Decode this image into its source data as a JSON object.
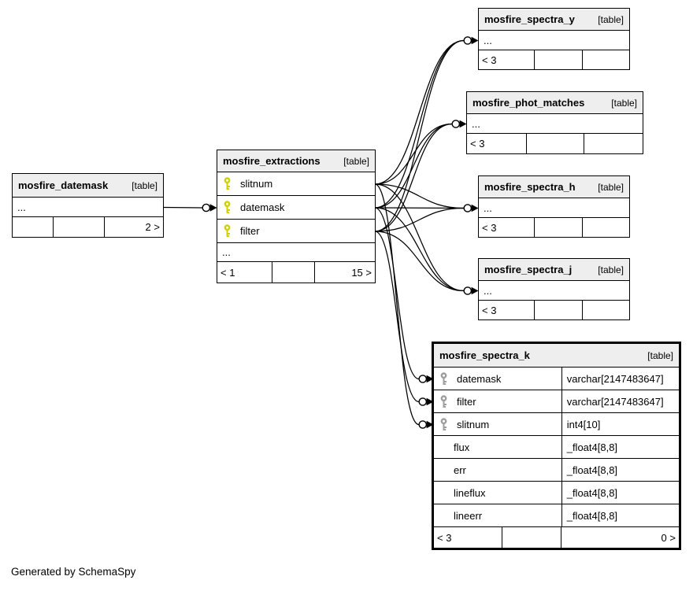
{
  "footer_note": "Generated by SchemaSpy",
  "colors": {
    "background": "#ffffff",
    "header_bg": "#eeeeee",
    "border": "#000000",
    "key_primary": "#d0d000",
    "key_secondary": "#9e9e9e"
  },
  "tables": [
    {
      "id": "mosfire_datemask",
      "name": "mosfire_datemask",
      "tag": "[table]",
      "rows": [
        {
          "type": "ellipsis",
          "label": "..."
        }
      ],
      "footer": {
        "left": "",
        "mid": "",
        "right": "2 >"
      }
    },
    {
      "id": "mosfire_extractions",
      "name": "mosfire_extractions",
      "tag": "[table]",
      "rows": [
        {
          "type": "key",
          "key": "primary",
          "label": "slitnum"
        },
        {
          "type": "key",
          "key": "primary",
          "label": "datemask"
        },
        {
          "type": "key",
          "key": "primary",
          "label": "filter"
        },
        {
          "type": "ellipsis",
          "label": "..."
        }
      ],
      "footer": {
        "left": "< 1",
        "mid": "",
        "right": "15 >"
      }
    },
    {
      "id": "mosfire_spectra_y",
      "name": "mosfire_spectra_y",
      "tag": "[table]",
      "rows": [
        {
          "type": "ellipsis",
          "label": "..."
        }
      ],
      "footer": {
        "left": "< 3",
        "mid": "",
        "right": ""
      }
    },
    {
      "id": "mosfire_phot_matches",
      "name": "mosfire_phot_matches",
      "tag": "[table]",
      "rows": [
        {
          "type": "ellipsis",
          "label": "..."
        }
      ],
      "footer": {
        "left": "< 3",
        "mid": "",
        "right": ""
      }
    },
    {
      "id": "mosfire_spectra_h",
      "name": "mosfire_spectra_h",
      "tag": "[table]",
      "rows": [
        {
          "type": "ellipsis",
          "label": "..."
        }
      ],
      "footer": {
        "left": "< 3",
        "mid": "",
        "right": ""
      }
    },
    {
      "id": "mosfire_spectra_j",
      "name": "mosfire_spectra_j",
      "tag": "[table]",
      "rows": [
        {
          "type": "ellipsis",
          "label": "..."
        }
      ],
      "footer": {
        "left": "< 3",
        "mid": "",
        "right": ""
      }
    },
    {
      "id": "mosfire_spectra_k",
      "name": "mosfire_spectra_k",
      "tag": "[table]",
      "emphasis": true,
      "rows": [
        {
          "type": "key",
          "key": "secondary",
          "label": "datemask",
          "datatype": "varchar[2147483647]"
        },
        {
          "type": "key",
          "key": "secondary",
          "label": "filter",
          "datatype": "varchar[2147483647]"
        },
        {
          "type": "key",
          "key": "secondary",
          "label": "slitnum",
          "datatype": "int4[10]"
        },
        {
          "type": "col",
          "label": "flux",
          "datatype": "_float4[8,8]"
        },
        {
          "type": "col",
          "label": "err",
          "datatype": "_float4[8,8]"
        },
        {
          "type": "col",
          "label": "lineflux",
          "datatype": "_float4[8,8]"
        },
        {
          "type": "col",
          "label": "lineerr",
          "datatype": "_float4[8,8]"
        }
      ],
      "footer": {
        "left": "< 3",
        "mid": "",
        "right": "0 >"
      }
    }
  ],
  "edges": [
    {
      "from": {
        "table": "mosfire_datemask",
        "row": "..."
      },
      "to": {
        "table": "mosfire_extractions",
        "row": "datemask"
      }
    },
    {
      "from": {
        "table": "mosfire_extractions",
        "row": "slitnum"
      },
      "to": {
        "table": "mosfire_spectra_y",
        "row": "..."
      }
    },
    {
      "from": {
        "table": "mosfire_extractions",
        "row": "datemask"
      },
      "to": {
        "table": "mosfire_spectra_y",
        "row": "..."
      }
    },
    {
      "from": {
        "table": "mosfire_extractions",
        "row": "filter"
      },
      "to": {
        "table": "mosfire_spectra_y",
        "row": "..."
      }
    },
    {
      "from": {
        "table": "mosfire_extractions",
        "row": "slitnum"
      },
      "to": {
        "table": "mosfire_phot_matches",
        "row": "..."
      }
    },
    {
      "from": {
        "table": "mosfire_extractions",
        "row": "datemask"
      },
      "to": {
        "table": "mosfire_phot_matches",
        "row": "..."
      }
    },
    {
      "from": {
        "table": "mosfire_extractions",
        "row": "filter"
      },
      "to": {
        "table": "mosfire_phot_matches",
        "row": "..."
      }
    },
    {
      "from": {
        "table": "mosfire_extractions",
        "row": "slitnum"
      },
      "to": {
        "table": "mosfire_spectra_h",
        "row": "..."
      }
    },
    {
      "from": {
        "table": "mosfire_extractions",
        "row": "datemask"
      },
      "to": {
        "table": "mosfire_spectra_h",
        "row": "..."
      }
    },
    {
      "from": {
        "table": "mosfire_extractions",
        "row": "filter"
      },
      "to": {
        "table": "mosfire_spectra_h",
        "row": "..."
      }
    },
    {
      "from": {
        "table": "mosfire_extractions",
        "row": "slitnum"
      },
      "to": {
        "table": "mosfire_spectra_j",
        "row": "..."
      }
    },
    {
      "from": {
        "table": "mosfire_extractions",
        "row": "datemask"
      },
      "to": {
        "table": "mosfire_spectra_j",
        "row": "..."
      }
    },
    {
      "from": {
        "table": "mosfire_extractions",
        "row": "filter"
      },
      "to": {
        "table": "mosfire_spectra_j",
        "row": "..."
      }
    },
    {
      "from": {
        "table": "mosfire_extractions",
        "row": "datemask"
      },
      "to": {
        "table": "mosfire_spectra_k",
        "row": "datemask"
      }
    },
    {
      "from": {
        "table": "mosfire_extractions",
        "row": "filter"
      },
      "to": {
        "table": "mosfire_spectra_k",
        "row": "filter"
      }
    },
    {
      "from": {
        "table": "mosfire_extractions",
        "row": "slitnum"
      },
      "to": {
        "table": "mosfire_spectra_k",
        "row": "slitnum"
      }
    }
  ]
}
